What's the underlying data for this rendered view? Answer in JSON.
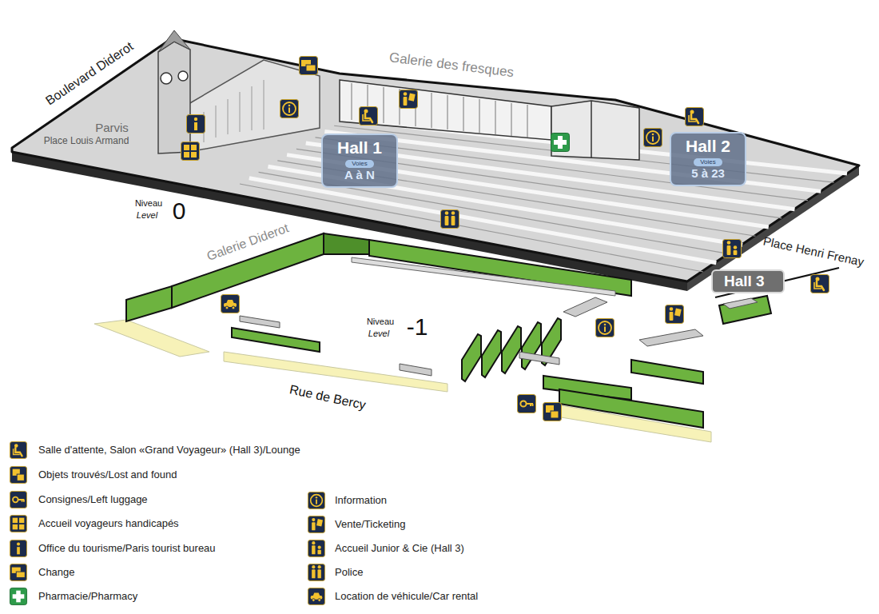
{
  "diagram": {
    "nodes": [
      {
        "text": [
          "Hall 1",
          "Voies",
          "A à N"
        ]
      },
      {
        "text": [
          "Hall 2",
          "Voies",
          "5 à 23"
        ]
      },
      {
        "text": [
          "Hall 3"
        ]
      }
    ],
    "labels": [
      "Boulevard Diderot",
      "Parvis",
      "Place Louis Armand",
      "Galerie des fresques",
      "Niveau",
      "Level",
      "0",
      "Galerie Diderot",
      "Niveau",
      "Level",
      "-1",
      "Place Henri Frenay",
      "Rue de Bercy"
    ],
    "legend": [
      {
        "text": "Salle d'attente, Salon «Grand Voyageur» (Hall 3)/Lounge"
      },
      {
        "text": "Objets trouvés/Lost and found"
      },
      {
        "text": "Consignes/Left luggage"
      },
      {
        "text": "Accueil voyageurs handicapés"
      },
      {
        "text": "Office du tourisme/Paris tourist bureau"
      },
      {
        "text": "Change"
      },
      {
        "text": "Pharmacie/Pharmacy"
      },
      {
        "text": "Information"
      },
      {
        "text": "Vente/Ticketing"
      },
      {
        "text": "Accueil Junior & Cie (Hall 3)"
      },
      {
        "text": "Police"
      },
      {
        "text": "Location de véhicule/Car rental"
      }
    ]
  }
}
